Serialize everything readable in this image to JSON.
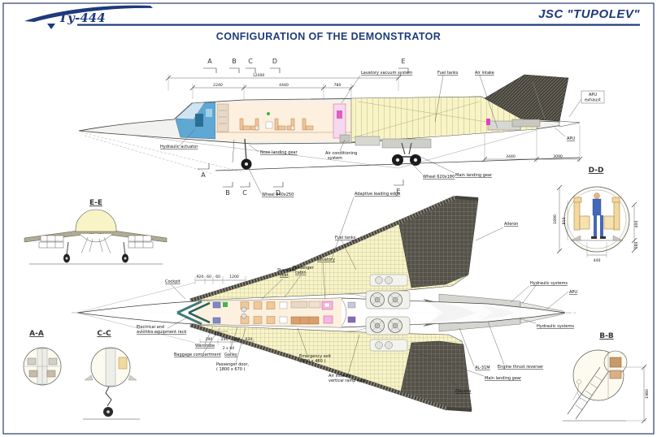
{
  "header": {
    "logo": "Ту-444",
    "company": "JSC \"TUPOLEV\"",
    "title": "CONFIGURATION OF THE DEMONSTRATOR"
  },
  "palette": {
    "accent_navy": "#1d3a7c",
    "fuel_tank_yellow": "#f8f4c6",
    "cabin_cream": "#fdf0df",
    "cockpit_blue": "#5fa8d4",
    "seat_tan": "#f0c89a",
    "lavatory_pink": "#f6b8e0",
    "structure_dark": "#45423c"
  },
  "marks": {
    "a": "A",
    "b": "B",
    "c": "C",
    "d": "D",
    "e": "E"
  },
  "side": {
    "dims": {
      "overall": "12400",
      "cockpit": "2240",
      "cabin": "4440",
      "aft": "780",
      "tail1": "3440",
      "tail2": "3090"
    },
    "labels": {
      "hydraulic": "Hydraulic actuator",
      "nose_gear": "Nose landing gear",
      "ac1": "Air conditioning",
      "ac2": "system",
      "lav_system": "Lavatory vacuum system",
      "fuel_tanks": "Fuel tanks",
      "air_intake": "Air intake",
      "apu_ex1": "APU",
      "apu_ex2": "exhaust",
      "apu": "APU",
      "wheel_main": "Wheel 620x180",
      "main_gear": "Main landing gear",
      "wheel_nose": "Wheel 840x250"
    }
  },
  "plan": {
    "labels": {
      "adaptive": "Adaptive leading edge",
      "fuel_tanks": "Fuel tanks",
      "lavatory": "Lavatory",
      "cabin1": "Passenger",
      "cabin2": "cabin",
      "seat1": "Standard",
      "seat2": "seat",
      "cockpit": "Cockpit",
      "aileron": "Aileron",
      "elec1": "Electrical and",
      "elec2": "avionics equipment rack",
      "wardrobe": "Wardrobe",
      "baggage": "Baggage compartment",
      "galley": "Galley",
      "door1": "Passenger door,",
      "door2": "( 1800 x 670 )",
      "exit1": "Emergency exit",
      "exit2": "( 610 x 480 )",
      "intakes1": "Air intakes -",
      "intakes2": "vertical ramp type",
      "engine": "AL-31M",
      "reverser": "Engine thrust reverser",
      "main_gear": "Main landing gear",
      "hyd_top": "Hydraulic systems",
      "hyd_bottom": "Hydraulic systems",
      "apu": "APU",
      "elevons": "Elevons"
    },
    "dims": {
      "d920": "920",
      "d60a": "60",
      "d60b": "60",
      "d1200": "1200",
      "d270": "270",
      "d290": "290",
      "d240": "240",
      "d480": "480",
      "d2x60": "2 x 60",
      "d630": "630"
    }
  },
  "sections": {
    "ee": "E-E",
    "dd": "D-D",
    "aa": "A-A",
    "cc": "C-C",
    "bb": "B-B",
    "dd_dims": {
      "height": "1890",
      "inner": "810",
      "upper": "400",
      "lower": "180",
      "width": "440"
    },
    "bb_dims": {
      "height": "1980"
    }
  }
}
